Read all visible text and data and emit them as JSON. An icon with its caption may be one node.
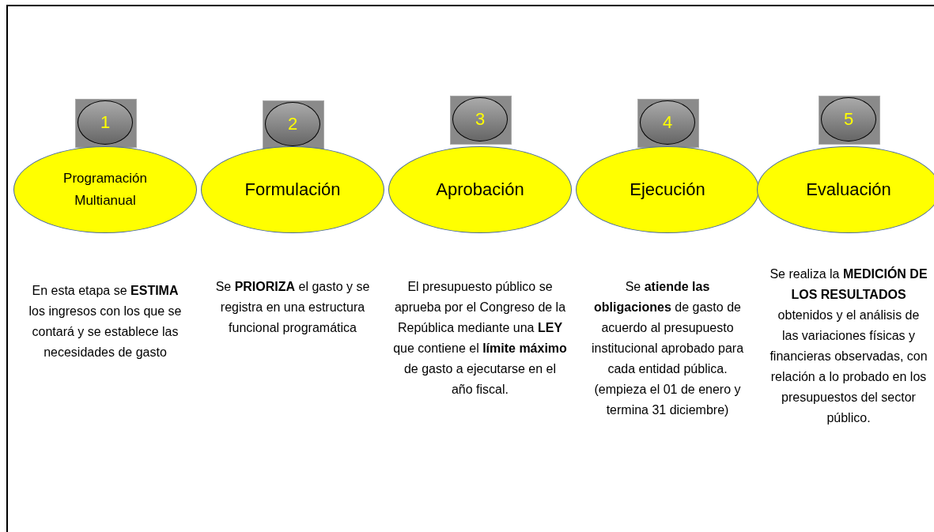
{
  "diagram": {
    "nodes": [
      {
        "text": [
          "1"
        ]
      },
      {
        "text": [
          "Programación Multianual"
        ]
      },
      {
        "text": [
          "2"
        ]
      },
      {
        "text": [
          "Formulación"
        ]
      },
      {
        "text": [
          "3"
        ]
      },
      {
        "text": [
          "Aprobación"
        ]
      },
      {
        "text": [
          "4"
        ]
      },
      {
        "text": [
          "Ejecución"
        ]
      },
      {
        "text": [
          "5"
        ]
      },
      {
        "text": [
          "Evaluación"
        ]
      }
    ],
    "labels": [
      "En esta etapa se **ESTIMA** los ingresos con los que se contará y se establece las necesidades de gasto",
      "Se **PRIORIZA** el gasto y se registra en una estructura funcional programática",
      "El presupuesto público se aprueba por el Congreso de la República mediante una **LEY** que contiene el **límite máximo** de gasto a ejecutarse en el año fiscal.",
      "Se **atiende las obligaciones** de gasto de acuerdo al presupuesto institucional aprobado para cada entidad pública. (empieza el 01 de enero y termina 31 diciembre)",
      "Se realiza la **MEDICIÓN DE LOS RESULTADOS** obtenidos y el análisis de las variaciones físicas y financieras observadas, con relación a lo probado en los presupuestos del sector público."
    ]
  }
}
